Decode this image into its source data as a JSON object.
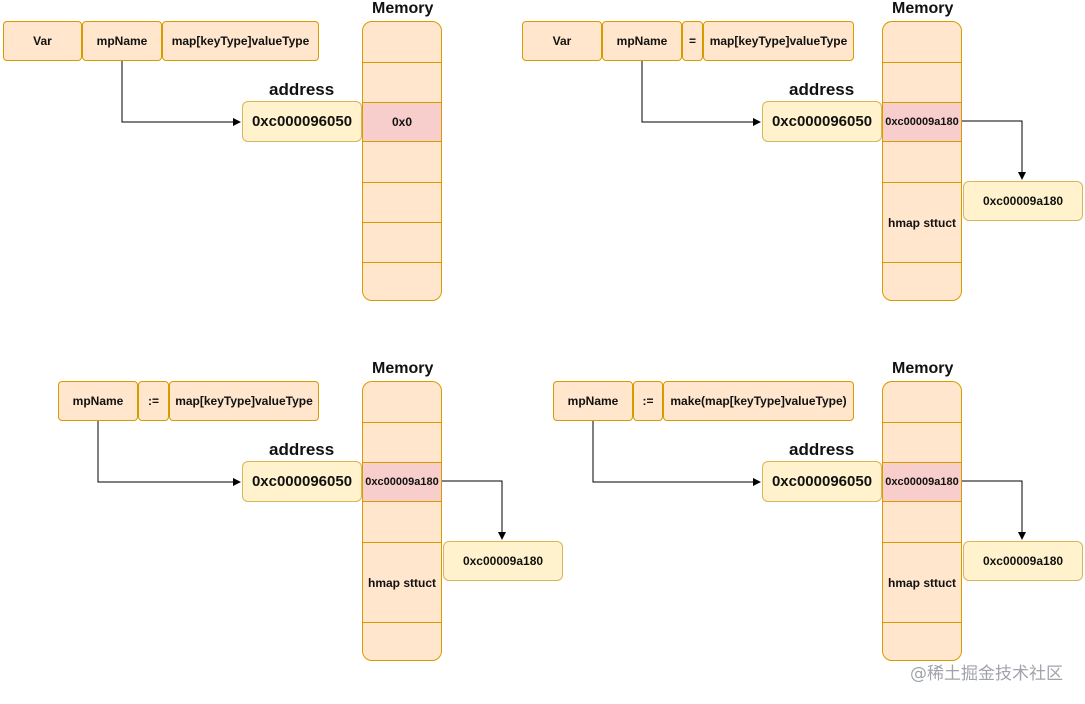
{
  "panels": [
    {
      "tokens": [
        "Var",
        "mpName",
        "map[keyType]valueType"
      ],
      "memory_title": "Memory",
      "address_label": "address",
      "address_value": "0xc000096050",
      "pointer_value": "0x0",
      "heap_label": "",
      "heap_address": ""
    },
    {
      "tokens": [
        "Var",
        "mpName",
        "=",
        "map[keyType]valueType"
      ],
      "memory_title": "Memory",
      "address_label": "address",
      "address_value": "0xc000096050",
      "pointer_value": "0xc00009a180",
      "heap_label": "hmap sttuct",
      "heap_address": "0xc00009a180"
    },
    {
      "tokens": [
        "mpName",
        ":=",
        "map[keyType]valueType"
      ],
      "memory_title": "Memory",
      "address_label": "address",
      "address_value": "0xc000096050",
      "pointer_value": "0xc00009a180",
      "heap_label": "hmap sttuct",
      "heap_address": "0xc00009a180"
    },
    {
      "tokens": [
        "mpName",
        ":=",
        "make(map[keyType]valueType)"
      ],
      "memory_title": "Memory",
      "address_label": "address",
      "address_value": "0xc000096050",
      "pointer_value": "0xc00009a180",
      "heap_label": "hmap sttuct",
      "heap_address": "0xc00009a180"
    }
  ],
  "watermark": "@稀土掘金技术社区",
  "colors": {
    "token_fill": "#ffe6cc",
    "token_stroke": "#d79b00",
    "address_fill": "#fff2cc",
    "address_stroke": "#d6b656",
    "pointer_cell_fill": "#f8cecc",
    "line": "#000000"
  }
}
